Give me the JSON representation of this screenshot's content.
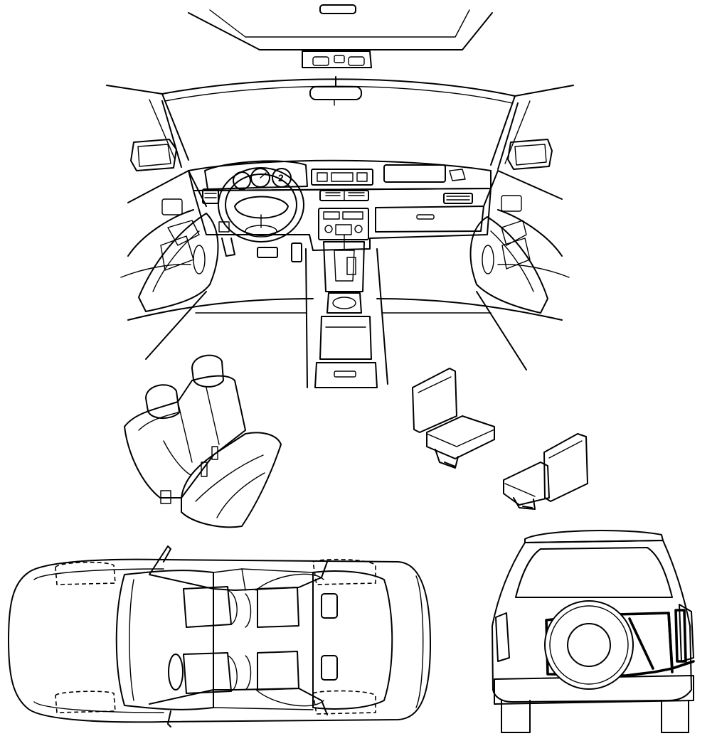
{
  "diagram": {
    "views": [
      {
        "id": "interior-dashboard",
        "label": ""
      },
      {
        "id": "rear-bench-seat",
        "label": ""
      },
      {
        "id": "front-seat-pair",
        "label": ""
      },
      {
        "id": "top-plan-view",
        "label": ""
      },
      {
        "id": "rear-view-spare-tire",
        "label": ""
      }
    ],
    "dashboard": {
      "gauge_digit": "2"
    },
    "colors": {
      "line": "#000000",
      "background": "#ffffff"
    }
  }
}
